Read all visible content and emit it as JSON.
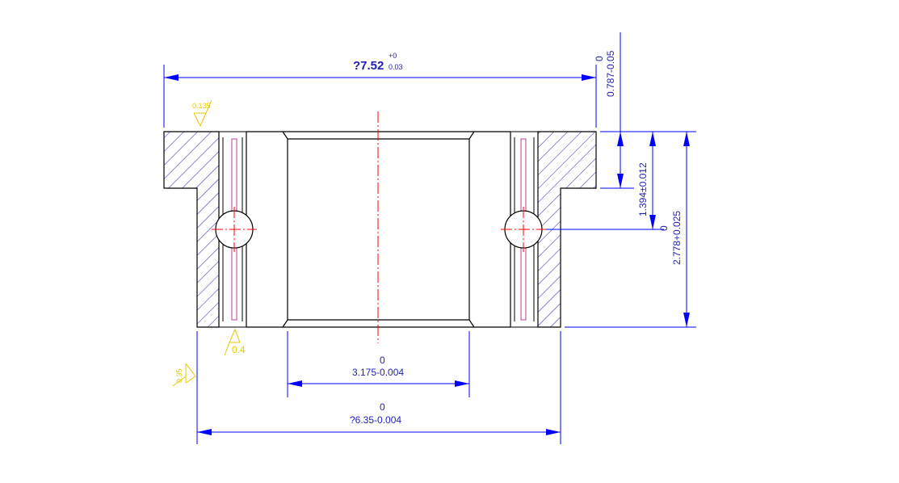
{
  "colors": {
    "outline": "#000000",
    "dimension": "#0000ff",
    "dimension_text": "#1f1fb5",
    "centerline": "#ff0000",
    "surface_symbol": "#e6c800",
    "hatch": "#1f1fb5",
    "cage": "#c04090"
  },
  "dimensions": {
    "top_width": {
      "main": "?7.52",
      "upper": "+0",
      "lower": "0.03"
    },
    "top_flange": {
      "upper": "0",
      "main": "0.787-0.05"
    },
    "ball_height": {
      "main": "1.394±0.012"
    },
    "total_height": {
      "upper": "0",
      "main": "2.778+0.025"
    },
    "bore": {
      "upper": "0",
      "main": "3.175-0.004"
    },
    "outer": {
      "upper": "0",
      "main": "?6.35-0.004"
    }
  },
  "surface_finish": {
    "top_left": "0.135",
    "bottom": "0.4",
    "side": "0.35"
  }
}
